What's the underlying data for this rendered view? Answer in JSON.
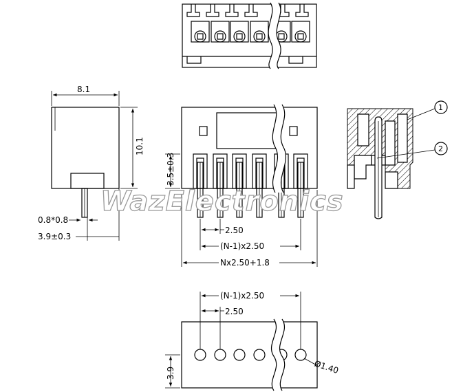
{
  "watermark": "WazElectronics",
  "dimensions": {
    "side_width": "8.1",
    "side_height": "10.1",
    "pin_size": "0.8*0.8",
    "pin_length": "3.9±0.3",
    "front_height": "3.5±0.3",
    "pitch_front": "2.50",
    "span_front": "(N-1)x2.50",
    "overall_width": "Nx2.50+1.8",
    "span_pcb": "(N-1)x2.50",
    "pitch_pcb": "2.50",
    "pcb_row_offset": "3.9",
    "hole_diameter": "Ø1.40"
  },
  "callouts": {
    "c1": "1",
    "c2": "2"
  }
}
